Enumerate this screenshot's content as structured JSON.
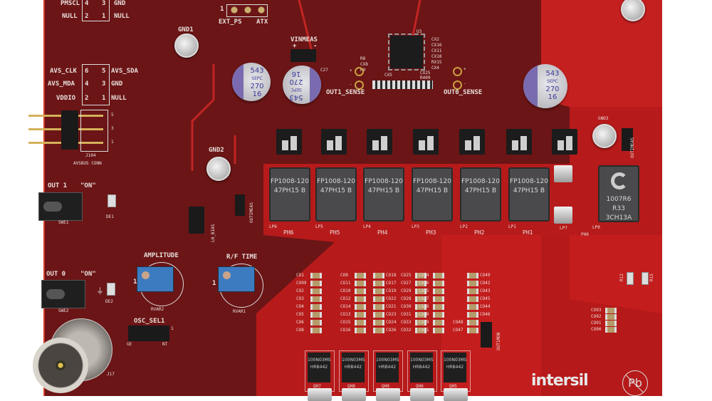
{
  "colors": {
    "board_dark": "#6b1516",
    "board_red": "#c41d1d",
    "silk": "#e8e0dc",
    "cap_sleeve": "#7a6bb0",
    "pot_blue": "#3d7bc0"
  },
  "header_top": {
    "pmscl": "PMSCL",
    "pin4": "4",
    "pin3": "3",
    "gnd": "GND",
    "null_l": "NULL",
    "pin2": "2",
    "pin1": "1",
    "null_r": "NULL"
  },
  "ext_ps": {
    "one": "1",
    "ext_ps": "EXT_PS",
    "atx": "ATX"
  },
  "gnd1": "GND1",
  "gnd2": "GND2",
  "gnd3": "GND3",
  "avs": {
    "clk": "AVS_CLK",
    "sda": "AVS_SDA",
    "mda": "AVS_MDA",
    "gnd": "GND",
    "vddio": "VDDIO",
    "null": "NULL",
    "p6": "6",
    "p5": "5",
    "p4": "4",
    "p3": "3",
    "p2": "2",
    "p1": "1",
    "conn_pins": [
      "5",
      "3",
      "1"
    ],
    "ref": "J104",
    "name": "AVSBUS CONN"
  },
  "capacitor": {
    "line1": "543",
    "line2": "SEPC",
    "line3": "270",
    "line4": "16"
  },
  "vinmeas": {
    "label": "VINMEAS",
    "plus": "+",
    "minus": "-"
  },
  "c27": "C27",
  "controller": {
    "ref": "U3",
    "caps": [
      "CX2",
      "CX16",
      "CX11",
      "CX18",
      "RX15",
      "CX4"
    ],
    "left": [
      "R8",
      "CX8",
      "R9"
    ],
    "cx5": "CX5",
    "cx25": "CX25",
    "r409": "R409"
  },
  "sense": {
    "out1": "OUT1_SENSE",
    "out0": "OUT0_SENSE",
    "plus": "+",
    "minus": "-"
  },
  "inductors": [
    {
      "line1": "FP1008-120",
      "line2": "47PH15 B",
      "lp": "LP6",
      "ph": "PH6"
    },
    {
      "line1": "FP1008-120",
      "line2": "47PH15 B",
      "lp": "LP5",
      "ph": "PH5"
    },
    {
      "line1": "FP1008-120",
      "line2": "47PH15 B",
      "lp": "LP4",
      "ph": "PH4"
    },
    {
      "line1": "FP1008-120",
      "line2": "47PH15 B",
      "lp": "LP3",
      "ph": "PH3"
    },
    {
      "line1": "FP1008-120",
      "line2": "47PH15 B",
      "lp": "LP2",
      "ph": "PH2"
    },
    {
      "line1": "FP1008-120",
      "line2": "47PH15 B",
      "lp": "LP1",
      "ph": "PH1"
    }
  ],
  "lp7": "LP7",
  "inductor0": {
    "line1": "1007R6",
    "line2": "R33",
    "line3": "3CH13A",
    "lp": "LP0",
    "ph": "PH0"
  },
  "outimeas": "OUTIMEAS",
  "out1_switch": {
    "label": "OUT 1",
    "on": "\"ON\"",
    "ref": "SWE1",
    "led": "DE1"
  },
  "out0_switch": {
    "label": "OUT 0",
    "on": "\"ON\"",
    "ref": "SWE2",
    "led": "DE2"
  },
  "lh_bias": "LH_BIAS",
  "outimeas2": "OUTIMEAS",
  "amplitude": {
    "label": "AMPLITUDE",
    "ref": "RVAR2",
    "pin": "1"
  },
  "rf_time": {
    "label": "R/F TIME",
    "ref": "RVAR1",
    "pin": "1"
  },
  "osc_sel": {
    "label": "OSC_SEL1",
    "left": "GE",
    "right": "NT",
    "pin": "1"
  },
  "j17": "J17",
  "mlcc_cols": [
    [
      "CO1",
      "CO99",
      "CO2",
      "CO3",
      "CO4",
      "CO5",
      "CO6",
      "CO8"
    ],
    [
      "CO9",
      "CO11",
      "CO10",
      "CO12",
      "CO14",
      "CO13",
      "CO15",
      "CO16"
    ],
    [
      "CO18",
      "CO17",
      "CO19",
      "CO22",
      "CO21",
      "CO23",
      "CO24",
      "CO26"
    ],
    [
      "CO25",
      "CO27",
      "CO29",
      "CO28",
      "CO30",
      "CO31",
      "CO33",
      "CO32"
    ],
    [
      "CO34",
      "CO36",
      "CO35",
      "CO37",
      "CO38",
      "CO40",
      "CO39",
      "CO41"
    ],
    [
      "CO49",
      "CO42",
      "CO43",
      "CO45",
      "CO44",
      "CO46",
      "CO48",
      "CO47"
    ]
  ],
  "out1mon": "OUT1MON",
  "fets": [
    {
      "line1": "100N03MS",
      "line2": "HRB442",
      "ref": "QH7"
    },
    {
      "line1": "100N03MS",
      "line2": "HRB442",
      "ref": "QH8"
    },
    {
      "line1": "100N03MS",
      "line2": "HRB442",
      "ref": "QH9"
    },
    {
      "line1": "100N03MS",
      "line2": "HRB442",
      "ref": "QH6"
    },
    {
      "line1": "100N03MS",
      "line2": "HRB442",
      "ref": "QH5"
    }
  ],
  "co_right": [
    "CO93",
    "CO92",
    "CO91",
    "CO90"
  ],
  "r12": "R12",
  "r15": "R15",
  "logo": "intersil",
  "pb_free": "Pb"
}
